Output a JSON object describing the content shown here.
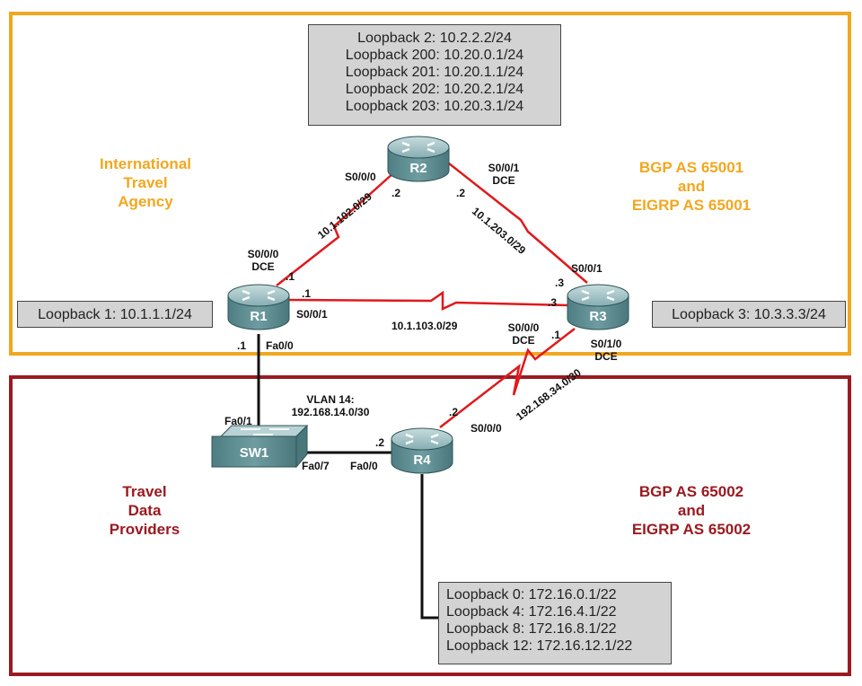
{
  "zones": {
    "top": {
      "name_lines": [
        "International",
        "Travel",
        "Agency"
      ],
      "as_lines": [
        "BGP AS 65001",
        "and",
        "EIGRP AS 65001"
      ],
      "color": "#f2a71f"
    },
    "bottom": {
      "name_lines": [
        "Travel",
        "Data",
        "Providers"
      ],
      "as_lines": [
        "BGP AS 65002",
        "and",
        "EIGRP AS 65002"
      ],
      "color": "#9b1a21"
    }
  },
  "devices": {
    "r1": "R1",
    "r2": "R2",
    "r3": "R3",
    "r4": "R4",
    "sw1": "SW1"
  },
  "loopbacks": {
    "r1": [
      "Loopback 1: 10.1.1.1/24"
    ],
    "r2": [
      "Loopback 2: 10.2.2.2/24",
      "Loopback 200: 10.20.0.1/24",
      "Loopback 201: 10.20.1.1/24",
      "Loopback 202: 10.20.2.1/24",
      "Loopback 203: 10.20.3.1/24"
    ],
    "r3": [
      "Loopback 3: 10.3.3.3/24"
    ],
    "r4": [
      "Loopback 0: 172.16.0.1/22",
      "Loopback 4: 172.16.4.1/22",
      "Loopback 8: 172.16.8.1/22",
      "Loopback 12: 172.16.12.1/22"
    ]
  },
  "links": {
    "r1_r2": {
      "network": "10.1.102.0/29",
      "r1_if": "S0/0/0",
      "r1_dce": "DCE",
      "r1_host": ".1",
      "r2_if": "S0/0/0",
      "r2_host": ".2"
    },
    "r2_r3": {
      "network": "10.1.203.0/29",
      "r2_if": "S0/0/1",
      "r2_dce": "DCE",
      "r2_host": ".2",
      "r3_if": "S0/0/1",
      "r3_host": ".3"
    },
    "r1_r3": {
      "network": "10.1.103.0/29",
      "r1_if": "S0/0/1",
      "r1_host": ".1",
      "r3_if": "S0/0/0",
      "r3_dce": "DCE",
      "r3_host": ".3"
    },
    "r3_r4": {
      "network": "192.168.34.0/30",
      "r3_if": "S0/1/0",
      "r3_dce": "DCE",
      "r3_host": ".1",
      "r4_if": "S0/0/0",
      "r4_host": ".2"
    },
    "r1_sw1": {
      "r1_if": "Fa0/0",
      "r1_host": ".1",
      "sw_if": "Fa0/1",
      "vlan": "VLAN 14:",
      "network": "192.168.14.0/30"
    },
    "sw1_r4": {
      "sw_if": "Fa0/7",
      "r4_if": "Fa0/0",
      "r4_host": ".2"
    }
  },
  "colors": {
    "serial": "#e0191c",
    "ethernet": "#111111",
    "router_body": "#5e8e93",
    "router_top": "#a9c7ca",
    "infobox": "#d3d3d3"
  }
}
